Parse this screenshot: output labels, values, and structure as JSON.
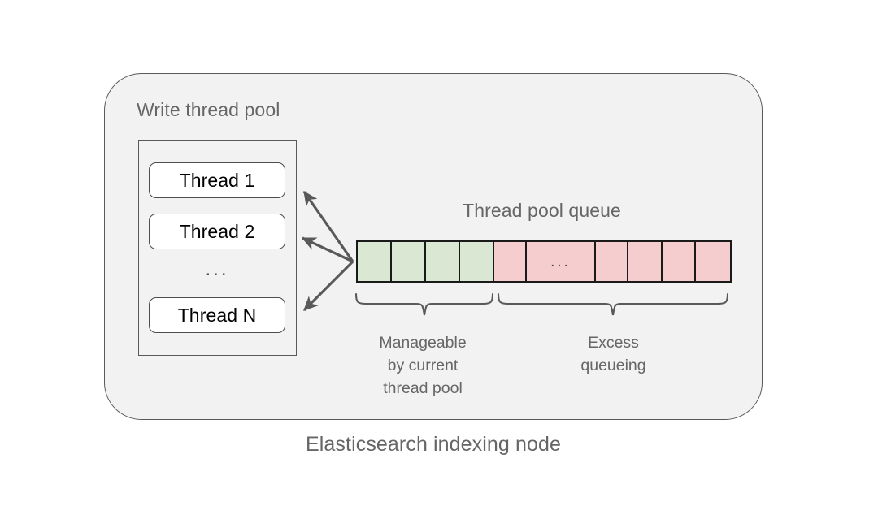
{
  "diagram": {
    "caption": "Elasticsearch indexing node",
    "node_container": {
      "label": "Elasticsearch indexing node"
    },
    "thread_pool": {
      "title": "Write thread pool",
      "threads": [
        {
          "label": "Thread 1"
        },
        {
          "label": "Thread 2"
        },
        {
          "label": "Thread N"
        }
      ],
      "ellipsis": "..."
    },
    "queue": {
      "title": "Thread pool queue",
      "cells": [
        {
          "state": "green",
          "label": ""
        },
        {
          "state": "green",
          "label": ""
        },
        {
          "state": "green",
          "label": ""
        },
        {
          "state": "green",
          "label": ""
        },
        {
          "state": "pink",
          "label": ""
        },
        {
          "state": "pink",
          "label": "..."
        },
        {
          "state": "pink",
          "label": ""
        },
        {
          "state": "pink",
          "label": ""
        },
        {
          "state": "pink",
          "label": ""
        },
        {
          "state": "pink",
          "label": ""
        }
      ],
      "green_count": 4,
      "pink_count": 6
    },
    "annotations": [
      {
        "name": "manageable",
        "text": "Manageable\nby current\nthread pool"
      },
      {
        "name": "excess",
        "text": "Excess\nqueueing"
      }
    ],
    "arrows": {
      "count": 3,
      "description": "bidirectional flow between queue head and threads"
    },
    "colors": {
      "background": "#ffffff",
      "container_fill": "#f2f2f2",
      "container_stroke": "#595959",
      "queue_green": "#d9e7d3",
      "queue_pink": "#f5cdcf",
      "cell_stroke": "#1a1a1a",
      "text_gray": "#666666",
      "text_black": "#000000",
      "arrow_gray": "#595959"
    }
  }
}
